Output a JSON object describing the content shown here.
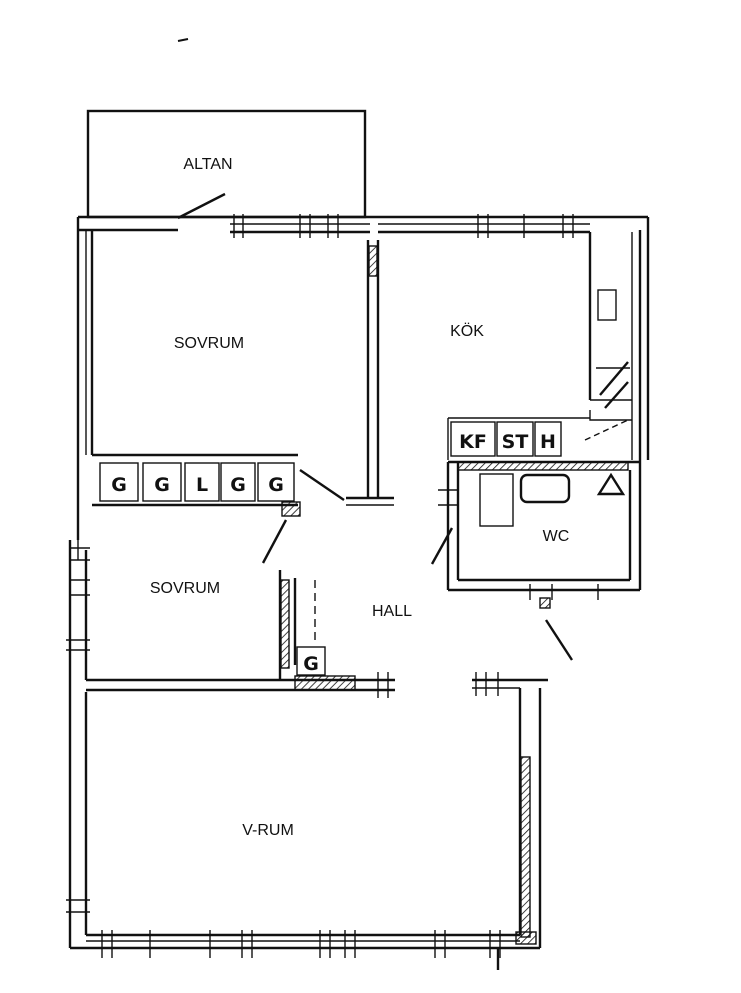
{
  "rooms": {
    "altan": "ALTAN",
    "sovrum_1": "SOVRUM",
    "kok": "KÖK",
    "sovrum_2": "SOVRUM",
    "hall": "HALL",
    "wc": "WC",
    "vrum": "V-RUM"
  },
  "cabinets": {
    "bedroom_row": [
      "G",
      "G",
      "L",
      "G",
      "G"
    ],
    "hall_closet": "G",
    "kitchen": [
      "KF",
      "ST",
      "H"
    ]
  }
}
